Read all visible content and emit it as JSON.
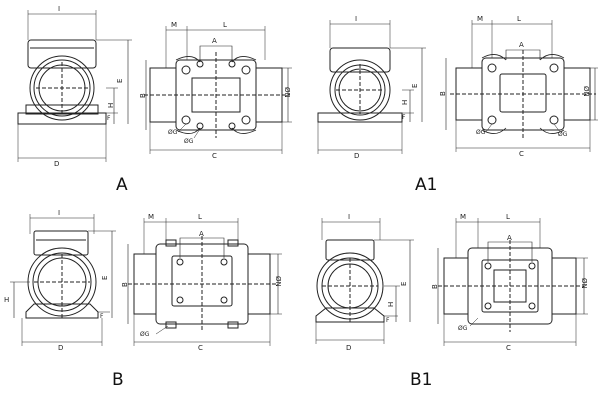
{
  "variants": [
    {
      "id": "A",
      "label": "A",
      "front_view": {
        "width": "I",
        "base": "D",
        "height_total": "E",
        "height_axis": "H",
        "foot": "F"
      },
      "top_view": {
        "offset": "M",
        "length": "L",
        "hole_spacing": "A",
        "overall_length": "C",
        "shaft": "ØN",
        "width": "B",
        "hole_outer": "ØG",
        "hole_inner": "ØG"
      }
    },
    {
      "id": "A1",
      "label": "A1",
      "front_view": {
        "width": "I",
        "base": "D",
        "height_total": "E",
        "height_axis": "H",
        "foot": "F"
      },
      "top_view": {
        "offset": "M",
        "length": "L",
        "hole_spacing": "A",
        "overall_length": "C",
        "shaft": "ØN",
        "width": "B",
        "hole_outer": "ØG",
        "hole_inner": "ØG"
      }
    },
    {
      "id": "B",
      "label": "B",
      "front_view": {
        "width": "I",
        "base": "D",
        "height_total": "E",
        "height_axis": "H",
        "foot": "F"
      },
      "top_view": {
        "offset": "M",
        "length": "L",
        "hole_spacing": "A",
        "overall_length": "C",
        "shaft": "ØN",
        "width": "B",
        "hole": "ØG"
      }
    },
    {
      "id": "B1",
      "label": "B1",
      "front_view": {
        "width": "I",
        "base": "D",
        "height_total": "E",
        "height_axis": "H",
        "foot": "F"
      },
      "top_view": {
        "offset": "M",
        "length": "L",
        "hole_spacing": "A",
        "overall_length": "C",
        "shaft": "ØN",
        "width": "B",
        "hole": "ØG"
      }
    }
  ],
  "colors": {
    "line": "#222222",
    "background": "#ffffff"
  }
}
